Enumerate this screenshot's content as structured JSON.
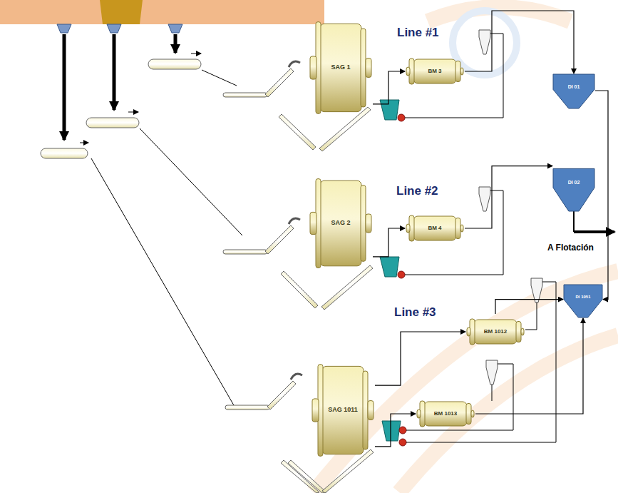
{
  "diagram": {
    "nodes": [
      {
        "text": [
          "SAG 1"
        ]
      },
      {
        "text": [
          "BM 3"
        ]
      },
      {
        "text": [
          "DI 01"
        ]
      },
      {
        "text": [
          "SAG 2"
        ]
      },
      {
        "text": [
          "BM 4"
        ]
      },
      {
        "text": [
          "DI 02"
        ]
      },
      {
        "text": [
          "BM 1012"
        ]
      },
      {
        "text": [
          "DI 1051"
        ]
      },
      {
        "text": [
          "SAG 1011"
        ]
      },
      {
        "text": [
          "BM 1013"
        ]
      }
    ],
    "edges": [
      {
        "from": 0,
        "to": 1,
        "arrow": "to"
      },
      {
        "from": 1,
        "to": 2,
        "arrow": "to"
      },
      {
        "from": 3,
        "to": 4,
        "arrow": "to"
      },
      {
        "from": 4,
        "to": 5,
        "arrow": "to"
      },
      {
        "from": 8,
        "to": 9,
        "arrow": "to"
      },
      {
        "from": 8,
        "to": 6,
        "arrow": "to"
      },
      {
        "from": 6,
        "to": 7,
        "arrow": "to"
      },
      {
        "from": 9,
        "to": 7,
        "arrow": "to"
      },
      {
        "from": 2,
        "to": 7,
        "arrow": "to"
      }
    ],
    "labels": [
      "Line #1",
      "Line #2",
      "Line #3",
      "A Flotación"
    ]
  }
}
